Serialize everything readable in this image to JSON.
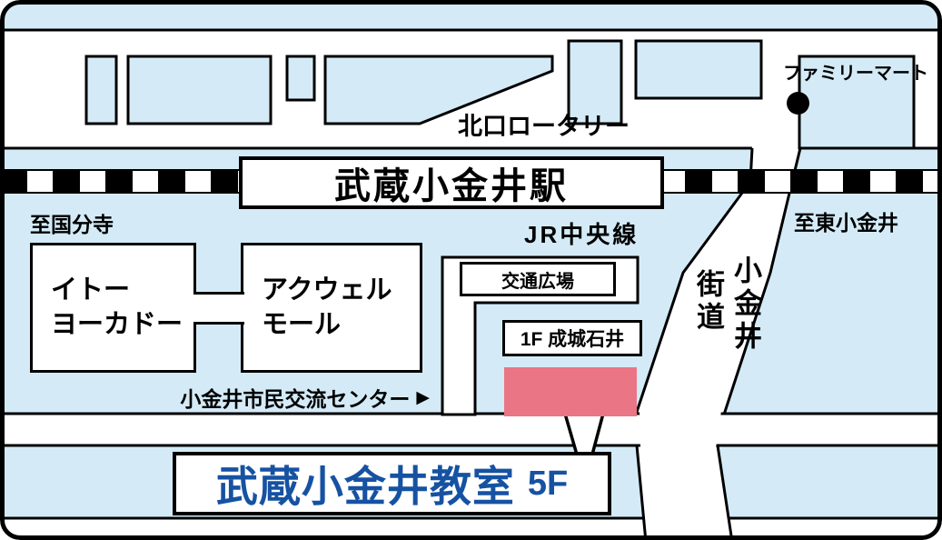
{
  "colors": {
    "background": "#d4ebf7",
    "highlight_pink": "#ea7585",
    "title_blue": "#1652a2"
  },
  "station": {
    "name": "武蔵小金井駅",
    "line_label": "JR中央線"
  },
  "directions": {
    "west": "至国分寺",
    "east": "至東小金井"
  },
  "landmarks": {
    "north_rotary": "北口ロータリー",
    "familymart": "ファミリーマート",
    "plaza": "交通広場",
    "itoyokado_line1": "イトー",
    "itoyokado_line2": "ヨーカドー",
    "acwell_line1": "アクウェル",
    "acwell_line2": "モール",
    "civic_center": "小金井市民交流センター",
    "civic_center_arrow": "▶",
    "seijo_ishii": "1F 成城石井",
    "koganei_kaido_right": "小金井",
    "koganei_kaido_left": "街道"
  },
  "destination": {
    "name": "武蔵小金井教室",
    "floor": "5F"
  }
}
